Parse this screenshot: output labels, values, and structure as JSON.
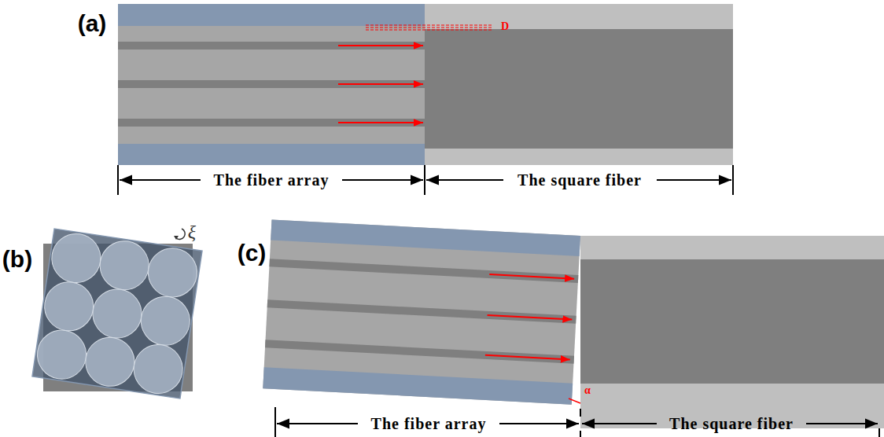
{
  "diagram": {
    "labels": [
      "(a)",
      "D",
      "The fiber array",
      "The square fiber",
      "(b)",
      "ξ",
      "(c)",
      "α",
      "The fiber array",
      "The square fiber"
    ]
  }
}
